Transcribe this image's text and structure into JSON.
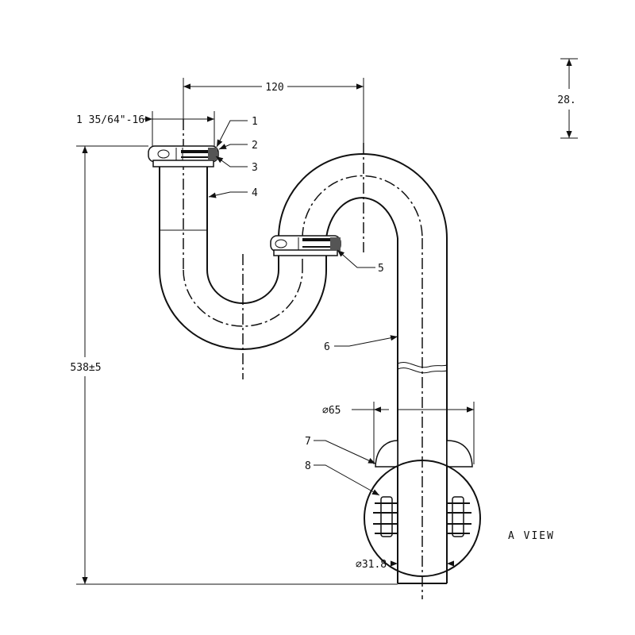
{
  "dimensions": {
    "width_120": "120",
    "height_28": "28.",
    "thread": "1 35/64\"-16",
    "total_height": "538±5",
    "dia_65": "∅65",
    "dia_31_8": "∅31.8"
  },
  "callouts": [
    "1",
    "2",
    "3",
    "4",
    "5",
    "6",
    "7",
    "8"
  ],
  "view_label": "A VIEW"
}
